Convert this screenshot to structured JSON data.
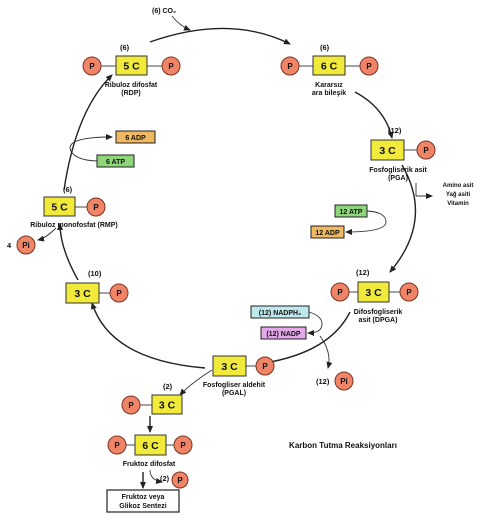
{
  "co2": "(6) CO₂",
  "rdp": {
    "count": "(6)",
    "carbon": "5 C",
    "name_line1": "Ribuloz difosfat",
    "name_line2": "(RDP)"
  },
  "unstable": {
    "count": "(6)",
    "carbon": "6 C",
    "name_line1": "Kararsız",
    "name_line2": "ara bileşik"
  },
  "pga": {
    "count": "(12)",
    "carbon": "3 C",
    "name_line1": "Fosfogliserik asit",
    "name_line2": "(PGA)"
  },
  "products": [
    "Amino asit",
    "Yağ asiti",
    "Vitamin"
  ],
  "atp12": "12 ATP",
  "adp12": "12 ADP",
  "dpga": {
    "count": "(12)",
    "carbon": "3 C",
    "name_line1": "Difosfogliserik",
    "name_line2": "asit (DPGA)"
  },
  "nadph": "(12) NADPH₂",
  "nadp": "(12) NADP",
  "pi12": {
    "count": "(12)",
    "symbol": "Pi"
  },
  "pgal": {
    "carbon": "3 C",
    "name_line1": "Fosfogliser aldehit",
    "name_line2": "(PGAL)"
  },
  "pgal_out": {
    "count": "(2)",
    "carbon": "3 C"
  },
  "fructose": {
    "carbon": "6 C",
    "name_line1": "Fruktoz difosfat"
  },
  "pi2": {
    "count": "(2)",
    "symbol": "P"
  },
  "synthesis": {
    "line1": "Fruktoz veya",
    "line2": "Glikoz Sentezi"
  },
  "recycle": {
    "count": "(10)",
    "carbon": "3 C"
  },
  "pi4": {
    "count": "4",
    "symbol": "Pi"
  },
  "rmp": {
    "count": "(6)",
    "carbon": "5 C",
    "name": "Ribuloz monofosfat (RMP)"
  },
  "atp6": "6 ATP",
  "adp6": "6 ADP",
  "phosphate": "P",
  "title": "Karbon Tutma Reaksiyonları",
  "colors": {
    "carbon_box": "#f2ea3a",
    "phosphate": "#ef8467",
    "atp": "#8fd67a",
    "adp": "#f0b860",
    "nadph": "#bfe8ec",
    "nadp": "#e3a8e8"
  }
}
